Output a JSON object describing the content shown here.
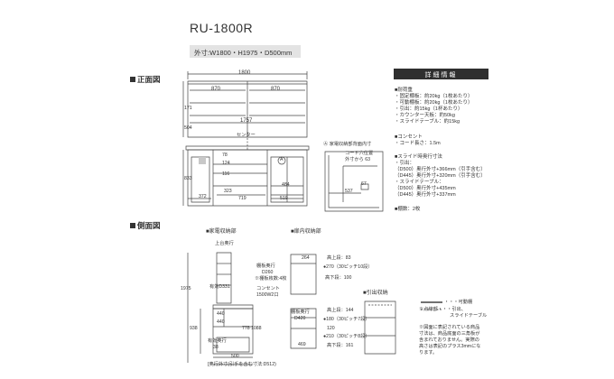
{
  "product": {
    "model": "RU-1800R",
    "dimensions": "外寸:W1800・H1975・D500mm"
  },
  "sections": {
    "front_view": "正面図",
    "side_view": "側面図"
  },
  "front": {
    "overall_width": "1800",
    "upper_left": "870",
    "upper_right": "870",
    "inner_width": "1757",
    "height_504": "504",
    "height_171": "171",
    "center_label": "センター",
    "d78": "78",
    "d124": "124",
    "d116": "116",
    "d323": "323",
    "d372": "372",
    "d719": "719",
    "d519": "519",
    "d484": "484",
    "d833": "833",
    "label_a": "A"
  },
  "detail_a": {
    "title": "Ⓐ 家電収納部背面内寸",
    "outlet_pos": "コード穴位置",
    "outlet_dims": "外寸から 63",
    "d537": "537",
    "d67": "67"
  },
  "specs": {
    "header": "詳細情報",
    "items": [
      "■耐荷重",
      "・固定棚板：約20kg（1枚あたり）",
      "・可動棚板：約20kg（1枚あたり）",
      "・引出：約15kg（1杯あたり）",
      "・カウンター天板：約50kg",
      "・スライドテーブル：約15kg",
      "",
      "■コンセント",
      "・コード長さ：1.5m",
      "",
      "■スライド時奥行寸法",
      "・引出：",
      "（D500）奥行外寸+366mm（引手含む）",
      "（D445）奥行外寸+320mm（引手含む）",
      "・スライドテーブル：",
      "（D500）奥行外寸+435mm",
      "（D445）奥行外寸+337mm",
      "",
      "■棚数：2枚"
    ]
  },
  "side": {
    "appliance_label": "■家電収納部",
    "cabinet_label": "■扉内収納部",
    "drawer_label": "■引出収納",
    "upper_depth": "上台奥行",
    "d1975": "1975",
    "d331": "有効D331",
    "outlet": "コンセント",
    "outlet_spec": "1500W2口",
    "shelf_depth": "棚板奥行",
    "d260": "D260",
    "shelf_count": "※棚板枚数:4枚",
    "d938": "938",
    "d778": "778",
    "d1088": "1088",
    "d440a": "440",
    "d440b": "440",
    "effective_d": "有効奥行",
    "d38": "38",
    "d500": "500",
    "note": "[奥行外寸(引手を含む寸法:D512)",
    "d264": "264",
    "top_83": "高上段：83",
    "mid_270": "●270（30ピッチ10段）",
    "low_100": "高下段：100",
    "d420_label": "棚板奥行",
    "d420": "D420",
    "top_144": "高上段：144",
    "mid_180": "●180（30ピッチ7段）",
    "d120": "120",
    "mid_210": "●210（30ピッチ8段）",
    "low_161": "高下段：161",
    "d469": "469",
    "legend_movable": "・・・可動棚",
    "legend_slide": "※点線部・・・引出、",
    "legend_slide2": "スライドテーブル",
    "disclaimer": [
      "※図面に表記されている商品",
      "寸法は、商品底面の三角板が",
      "含まれておりません。実際の",
      "高さは表記のプラス3mmにな",
      "ります。"
    ]
  }
}
